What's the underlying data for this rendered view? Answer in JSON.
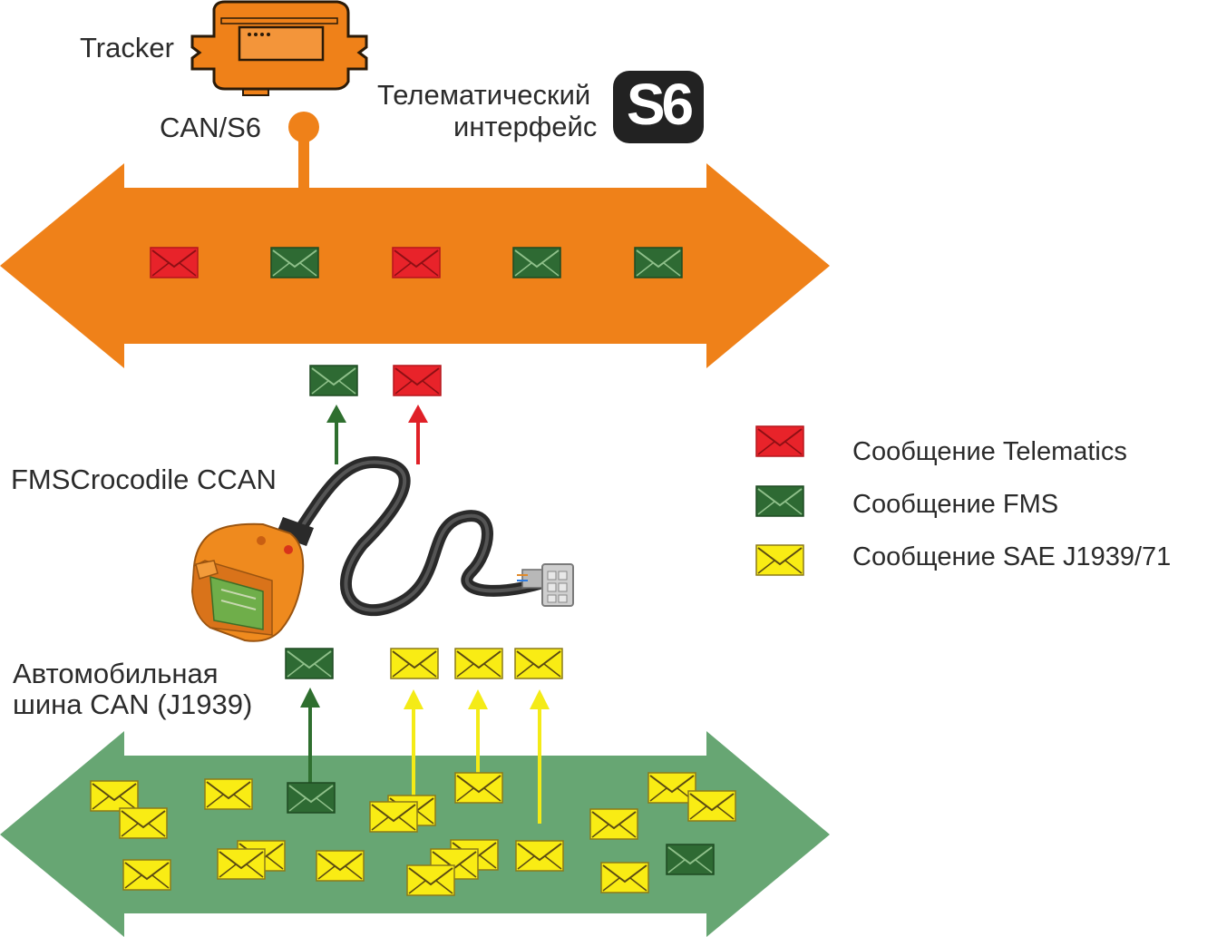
{
  "labels": {
    "tracker": "Tracker",
    "can_s6": "CAN/S6",
    "telematic_line1": "Телематический",
    "telematic_line2": "интерфейс",
    "s6_logo": "S6",
    "device": "FMSCrocodile CCAN",
    "vehicle_bus_line1": "Автомобильная",
    "vehicle_bus_line2": "шина CAN (J1939)"
  },
  "legend": [
    {
      "name": "Сообщение Telematics",
      "kind": "telematics"
    },
    {
      "name": "Сообщение FMS",
      "kind": "fms"
    },
    {
      "name": "Сообщение SAE J1939/71",
      "kind": "sae"
    }
  ],
  "colors": {
    "orange_bus": "#ef8119",
    "green_bus": "#67a673",
    "telematics": "#e8232a",
    "fms": "#2e6a33",
    "sae": "#f9ec14",
    "fms_arrow": "#2f6f2f",
    "telematics_arrow": "#e02027",
    "sae_arrow": "#f4eb17",
    "s6_bg": "#222222"
  },
  "icons": {
    "tracker": "tracker-device-icon",
    "device": "fms-crocodile-device-icon",
    "message": "envelope-icon"
  }
}
